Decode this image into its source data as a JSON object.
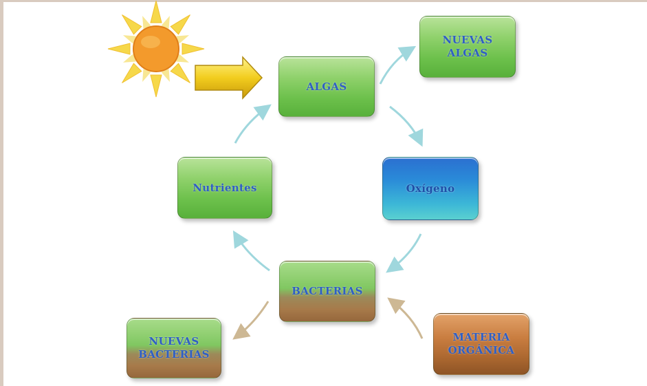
{
  "nodes": {
    "algas": "ALGAS",
    "nuevas_algas": [
      "NUEVAS",
      "ALGAS"
    ],
    "nutrientes": "Nutrientes",
    "oxigeno": "Oxígeno",
    "bacterias": "BACTERIAS",
    "nuevas_bacterias": [
      "NUEVAS",
      "BACTERIAS"
    ],
    "materia_organica": [
      "MATERIA",
      "ORGÁNICA"
    ]
  },
  "icons": {
    "sun": "sun-icon",
    "arrow": "block-arrow-icon"
  },
  "colors": {
    "text": "#2f5fc4",
    "arrow_cyan": "#8fd0d8",
    "arrow_tan": "#c9b48a",
    "sun_orange": "#f39a2c",
    "sun_yellow": "#f6d84a"
  }
}
